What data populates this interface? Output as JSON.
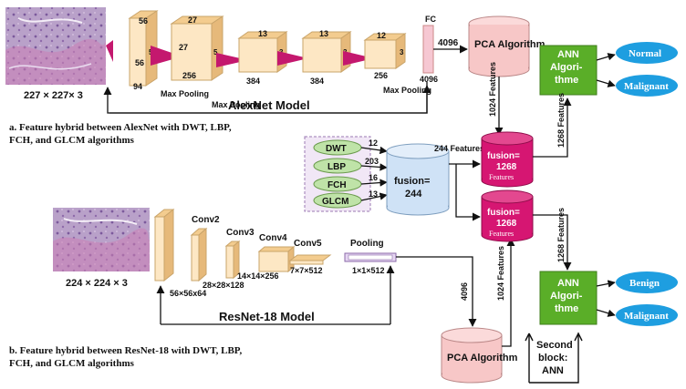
{
  "top": {
    "input_size": "227 × 227× 3",
    "blocks": {
      "b1_top": "56",
      "b1_side": "56",
      "b1_bottom": "94",
      "b2_top": "27",
      "b2_side": "27",
      "b2_bottom": "256",
      "b3_top": "13",
      "b3_side": "3",
      "b3_bottom": "384",
      "b4_top": "13",
      "b4_side": "3",
      "b4_bottom": "384",
      "b5_top": "12",
      "b5_side": "3",
      "b5_bottom": "256",
      "k1": "5",
      "k2": "5",
      "k3": "3",
      "k4": "3",
      "k5": "3"
    },
    "pool1": "Max Pooling",
    "pool2": "Max Pooling",
    "pool3": "Max Pooling",
    "fc_label": "FC",
    "fc_bottom": "4096",
    "fc_out": "4096",
    "model_name": "AlexNet Model",
    "pca": "PCA Algorithm",
    "pca_features": "1024 Features",
    "caption_line1": "a. Feature hybrid between AlexNet with DWT, LBP,",
    "caption_line2": "FCH, and GLCM  algorithms",
    "fusion": {
      "line1": "fusion=",
      "line2": "1268",
      "sub": "Features"
    },
    "fusion_to_ann": "1268 Features",
    "ann": {
      "line1": "ANN",
      "line2": "Algori-",
      "line3": "thme"
    },
    "out1": "Normal",
    "out2": "Malignant"
  },
  "handcrafted": {
    "items": [
      "DWT",
      "LBP",
      "FCH",
      "GLCM"
    ],
    "counts": [
      "12",
      "203",
      "16",
      "13"
    ],
    "fusion": {
      "line1": "fusion=",
      "line2": "244"
    },
    "out": "244 Features"
  },
  "bottom": {
    "input_size": "224 × 224 × 3",
    "conv1_dim": "56×56x64",
    "conv2": "Conv2",
    "conv2_dim": "28×28×128",
    "conv3": "Conv3",
    "conv3_dim": "14×14×256",
    "conv4": "Conv4",
    "conv4_dim": "7×7×512",
    "conv5": "Conv5",
    "pooling": "Pooling",
    "pooling_dim": "1×1×512",
    "out": "4096",
    "model_name": "ResNet-18 Model",
    "pca": "PCA Algorithm",
    "pca_features": "1024 Features",
    "caption_line1": "b. Feature hybrid between ResNet-18 with DWT, LBP,",
    "caption_line2": "FCH, and GLCM algorithms",
    "fusion": {
      "line1": "fusion=",
      "line2": "1268",
      "sub": "Features"
    },
    "fusion_to_ann": "1268 Features",
    "ann": {
      "line1": "ANN",
      "line2": "Algori-",
      "line3": "thme"
    },
    "out1": "Benign",
    "out2": "Malignant",
    "second_block_line1": "Second",
    "second_block_line2": "block:",
    "second_block_line3": "ANN"
  },
  "colors": {
    "block_face": "#fde7c4",
    "block_side": "#f3cc8f",
    "kernel": "#c4186e",
    "fusion": "#d61672",
    "ann": "#5aae28",
    "output": "#1e9ee0",
    "pca": "#f7c7c7",
    "handcrafted": "#bfe3a8",
    "fusion244": "#cfe2f6"
  }
}
